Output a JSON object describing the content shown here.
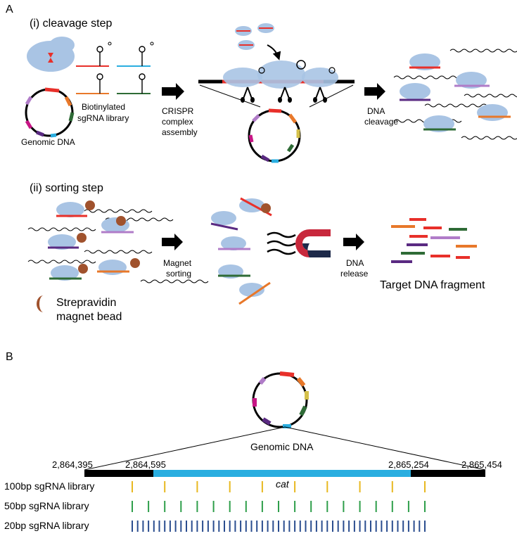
{
  "panel_a": {
    "letter": "A",
    "cleavage_title": "(i) cleavage step",
    "library_label_1": "Biotinylated",
    "library_label_2": "sgRNA library",
    "genomic_label": "Genomic DNA",
    "assembly_label_1": "CRISPR",
    "assembly_label_2": "complex",
    "assembly_label_3": "assembly",
    "cleavage_label_1": "DNA",
    "cleavage_label_2": "cleavage",
    "sorting_title": "(ii) sorting step",
    "magnet_label_1": "Magnet",
    "magnet_label_2": "sorting",
    "release_label_1": "DNA",
    "release_label_2": "release",
    "target_label": "Target DNA fragment",
    "bead_label_1": "Strepravidin",
    "bead_label_2": "magnet bead"
  },
  "panel_b": {
    "letter": "B",
    "genomic_label": "Genomic DNA",
    "coord_1": "2,864,395",
    "coord_2": "2,864,595",
    "coord_3": "2,865,254",
    "coord_4": "2,865,454",
    "gene_label": "cat",
    "libraries": [
      {
        "label": "100bp sgRNA library",
        "color": "#e8b820",
        "count": 10
      },
      {
        "label": "50bp sgRNA library",
        "color": "#2e9e4a",
        "count": 19
      },
      {
        "label": "20bp sgRNA library",
        "color": "#2a4d8f",
        "count": 55
      }
    ]
  },
  "colors": {
    "red": "#e8302a",
    "blue": "#2aaee0",
    "orange": "#e8782a",
    "green": "#2e6b36",
    "purple": "#5a2a82",
    "lilac": "#b07cc8",
    "cas9": "#a9c4e4",
    "bead": "#a0522d"
  }
}
